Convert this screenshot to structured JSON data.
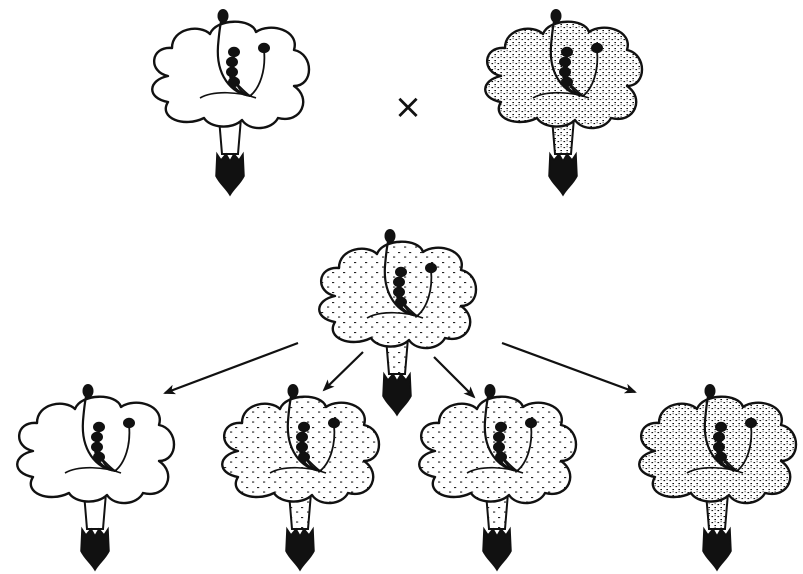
{
  "diagram": {
    "cross_symbol": "×",
    "parent_generation": [
      {
        "role": "parent-white",
        "shade": "white"
      },
      {
        "role": "parent-dark-speckled",
        "shade": "dark"
      }
    ],
    "f1_generation": [
      {
        "role": "f1-light-speckled",
        "shade": "light"
      }
    ],
    "f2_generation": [
      {
        "role": "offspring-white",
        "shade": "white"
      },
      {
        "role": "offspring-light-speckled-1",
        "shade": "light"
      },
      {
        "role": "offspring-light-speckled-2",
        "shade": "light"
      },
      {
        "role": "offspring-dark-speckled",
        "shade": "dark"
      }
    ],
    "colors": {
      "ink": "#111111",
      "petal_fill": "#ffffff"
    }
  }
}
